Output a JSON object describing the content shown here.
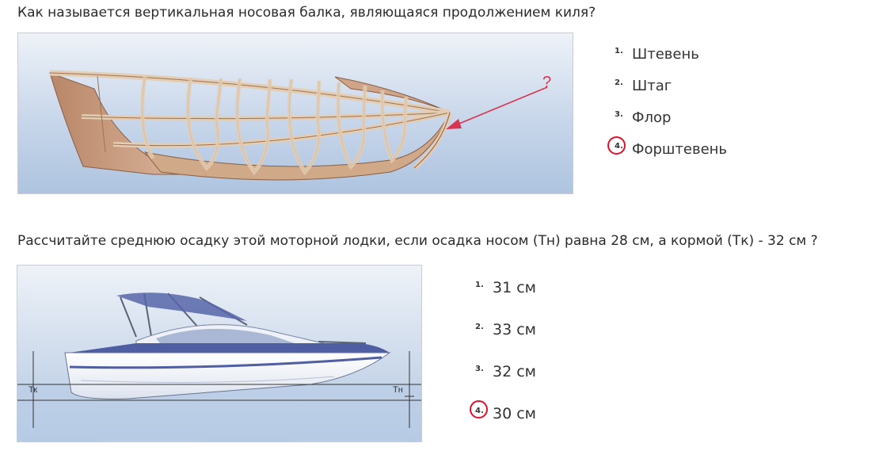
{
  "questions": [
    {
      "title": "Как называется вертикальная носовая балка, являющаяся продолжением киля?",
      "figure": {
        "callout": "?"
      },
      "answers": [
        {
          "num": "1.",
          "text": "Штевень",
          "selected": false
        },
        {
          "num": "2.",
          "text": "Штаг",
          "selected": false
        },
        {
          "num": "3.",
          "text": "Флор",
          "selected": false
        },
        {
          "num": "4.",
          "text": "Форштевень",
          "selected": true
        }
      ]
    },
    {
      "title": "Рассчитайте среднюю осадку этой моторной лодки, если осадка носом (Тн) равна 28 см, а кормой (Тк) - 32 см ?",
      "figure": {
        "stern_label": "Тк",
        "bow_label": "Тн"
      },
      "answers": [
        {
          "num": "1.",
          "text": "31 см",
          "selected": false
        },
        {
          "num": "2.",
          "text": "33 см",
          "selected": false
        },
        {
          "num": "3.",
          "text": "32 см",
          "selected": false
        },
        {
          "num": "4.",
          "text": "30 см",
          "selected": true
        }
      ]
    }
  ],
  "colors": {
    "selection_circle": "#e0102c",
    "arrow": "#d8344f",
    "hull_wood": "#c89a7c",
    "frame_wood": "#e4cdb2",
    "boat_blue": "#4f5ea3",
    "water": "#b9cde6"
  }
}
